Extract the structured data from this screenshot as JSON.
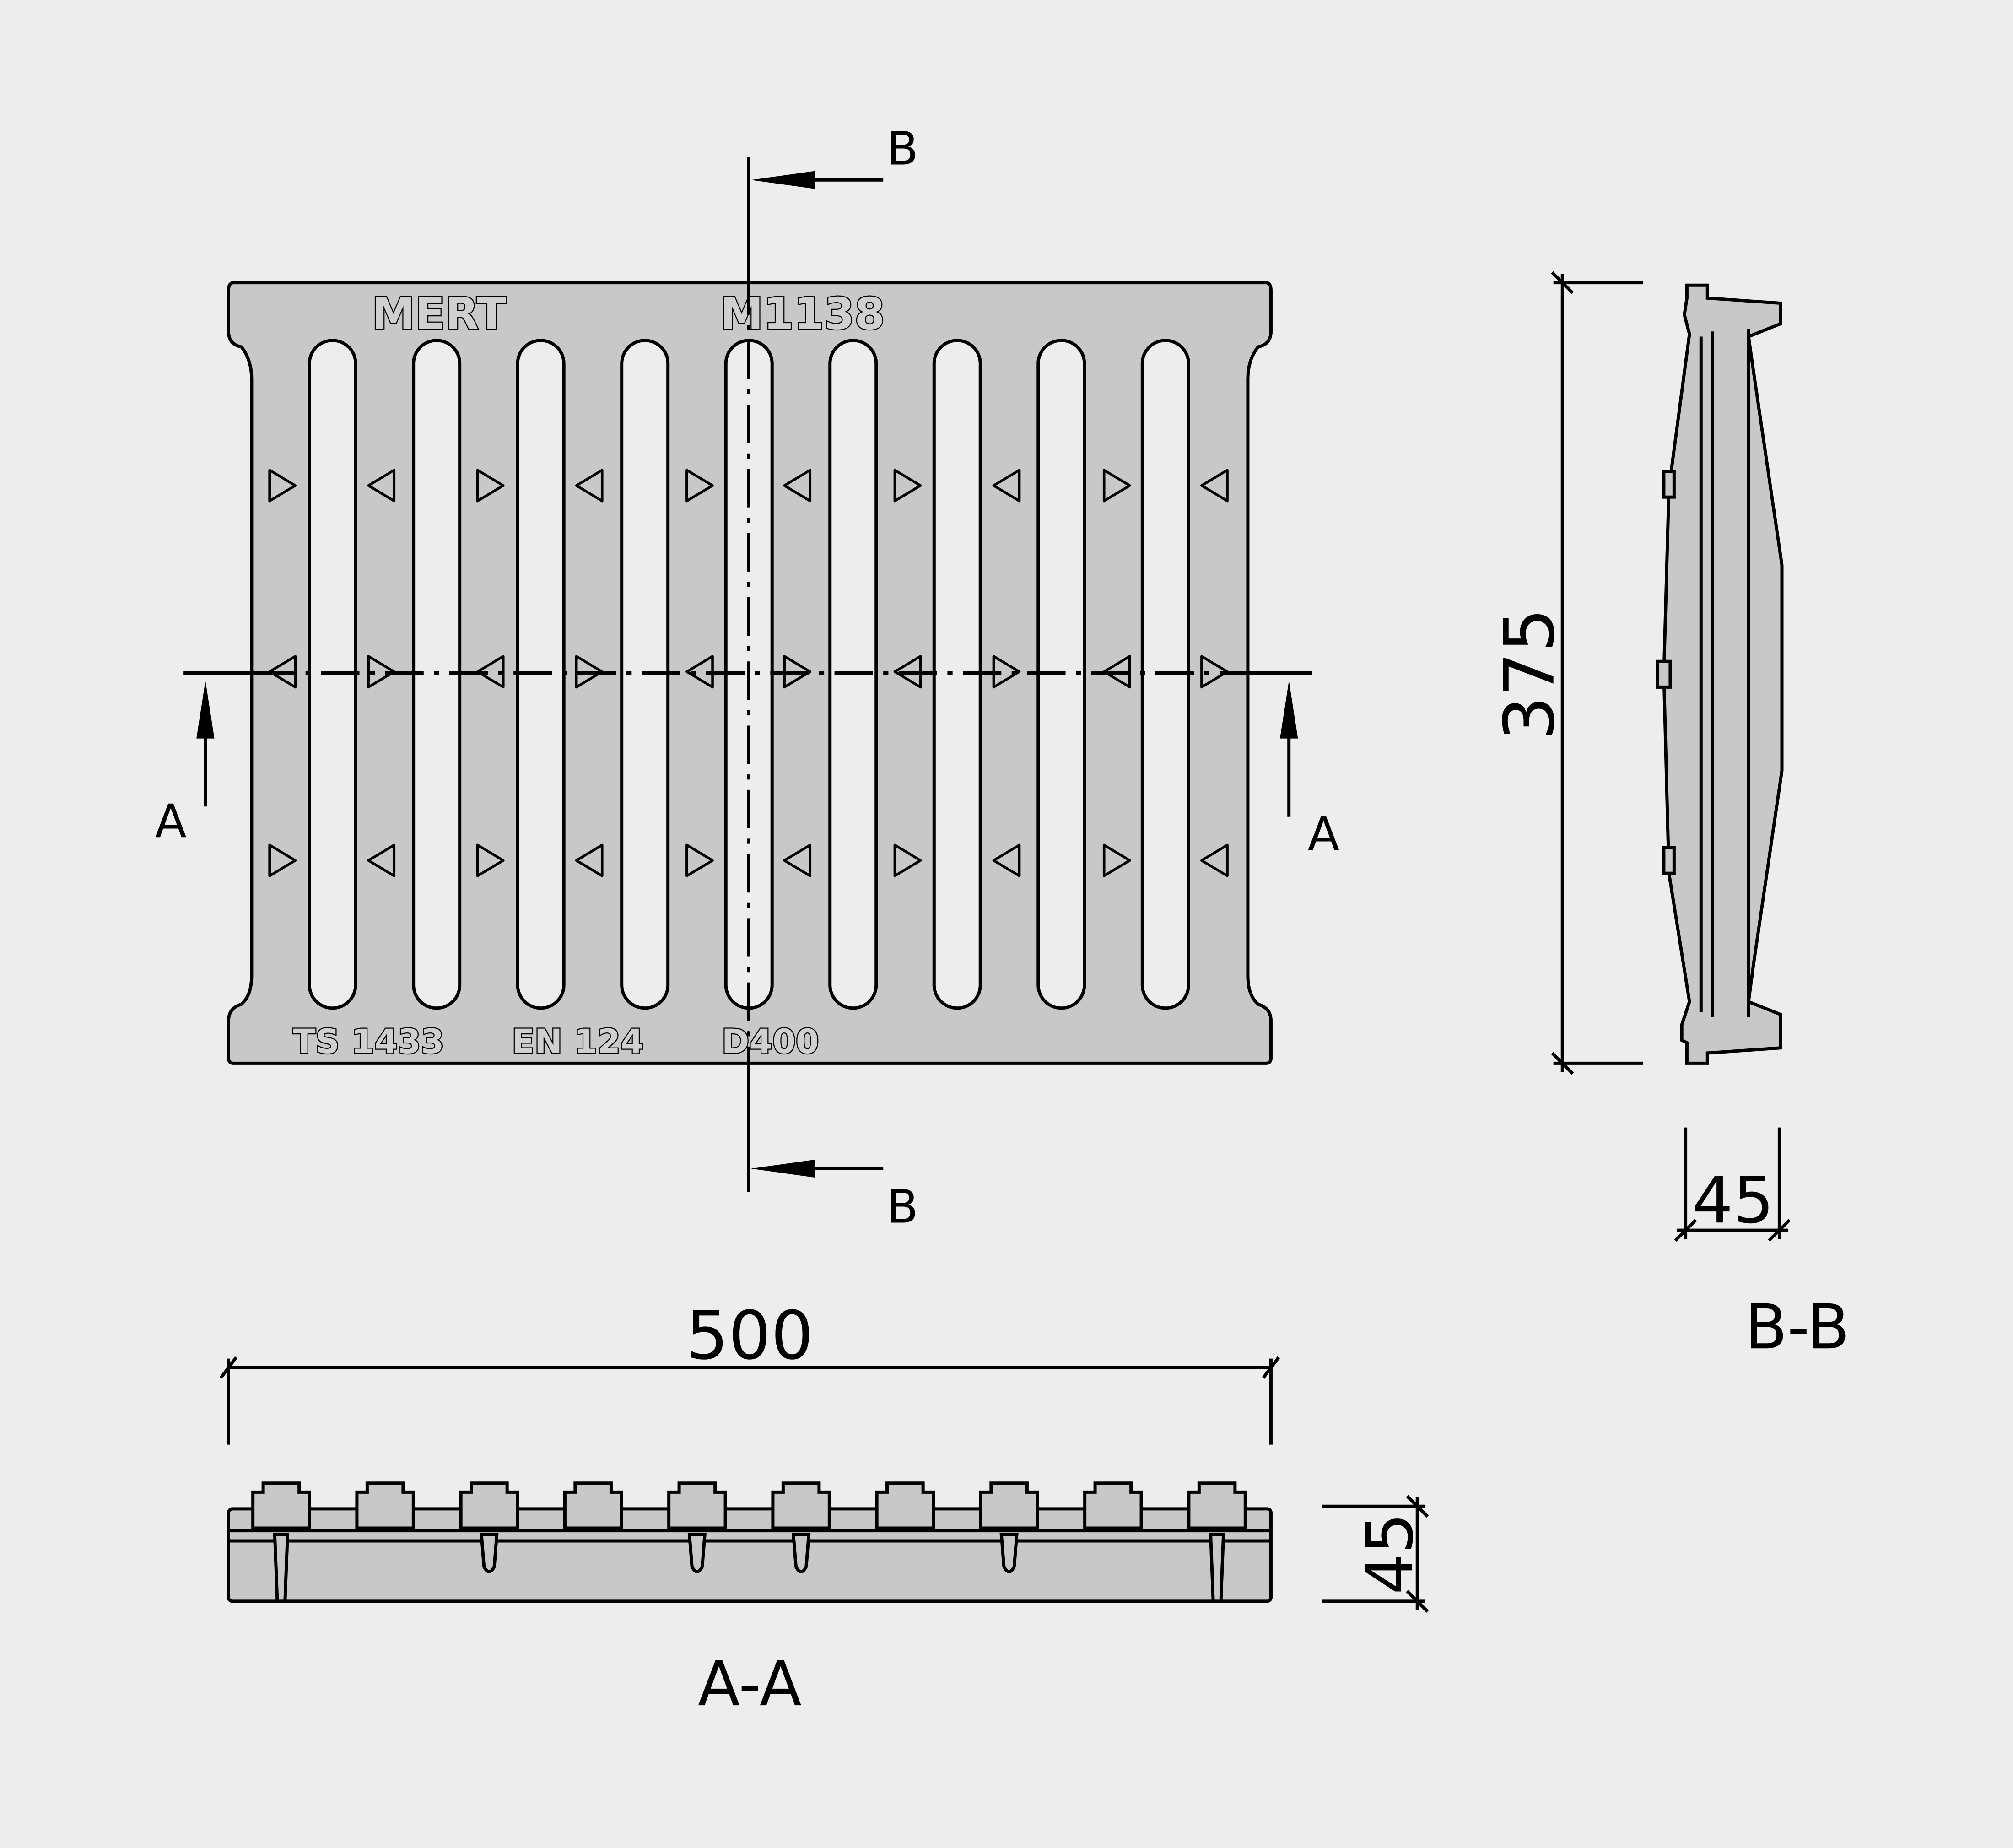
{
  "plan_view": {
    "brand": "MERT",
    "model": "M1138",
    "standard_1": "TS 1433",
    "standard_2": "EN 124",
    "load_class": "D400",
    "slot_count": 9
  },
  "section_markers": {
    "a_left": "A",
    "a_right": "A",
    "b_top": "B",
    "b_bottom": "B"
  },
  "dimensions": {
    "width": "500",
    "length": "375",
    "height_aa": "45",
    "height_bb": "45"
  },
  "section_labels": {
    "aa": "A-A",
    "bb": "B-B"
  },
  "colors": {
    "background": "#ededed",
    "part_fill": "#c8c8c8",
    "line": "#000000"
  }
}
